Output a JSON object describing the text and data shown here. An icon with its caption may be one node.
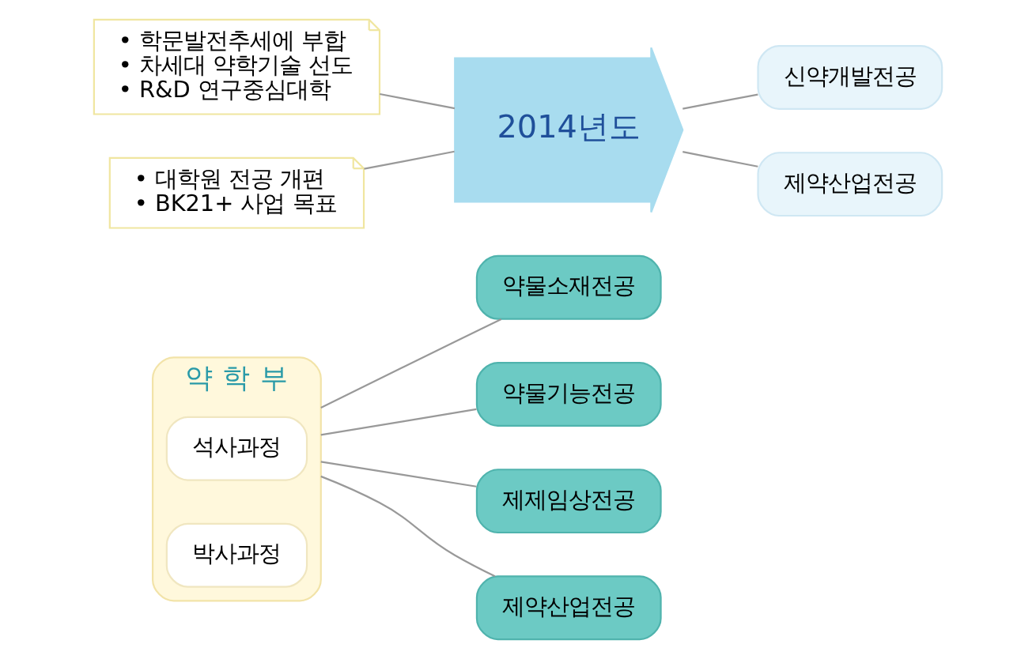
{
  "diagram": {
    "nodes": [
      {
        "text": [
          "약 학 부"
        ]
      },
      {
        "text": [
          "석사과정"
        ],
        "in": 0
      },
      {
        "text": [
          "박사과정"
        ],
        "in": 0
      },
      {
        "text": [
          "약물소재전공"
        ]
      },
      {
        "text": [
          "약물기능전공"
        ]
      },
      {
        "text": [
          "제제임상전공"
        ]
      },
      {
        "text": [
          "제약산업전공"
        ]
      },
      {
        "text": [
          "• 학문발전추세에 부합",
          "• 차세대 약학기술 선도",
          "• R&D 연구중심대학"
        ]
      },
      {
        "text": [
          "2014년도"
        ]
      },
      {
        "text": [
          "신약개발전공"
        ]
      },
      {
        "text": [
          "제약산업전공"
        ]
      },
      {
        "text": [
          "• 대학원 전공 개편",
          "• BK21+ 사업 목표"
        ]
      }
    ],
    "edges": [
      {
        "from": 0,
        "to": 3,
        "arrow": "none"
      },
      {
        "from": 0,
        "to": 4,
        "arrow": "none"
      },
      {
        "from": 0,
        "to": 5,
        "arrow": "none"
      },
      {
        "from": 0,
        "to": 6,
        "arrow": "none"
      },
      {
        "from": 7,
        "to": 8,
        "arrow": "none"
      },
      {
        "from": 11,
        "to": 8,
        "arrow": "none"
      },
      {
        "from": 8,
        "to": 9,
        "arrow": "none"
      },
      {
        "from": 8,
        "to": 10,
        "arrow": "none"
      }
    ]
  }
}
